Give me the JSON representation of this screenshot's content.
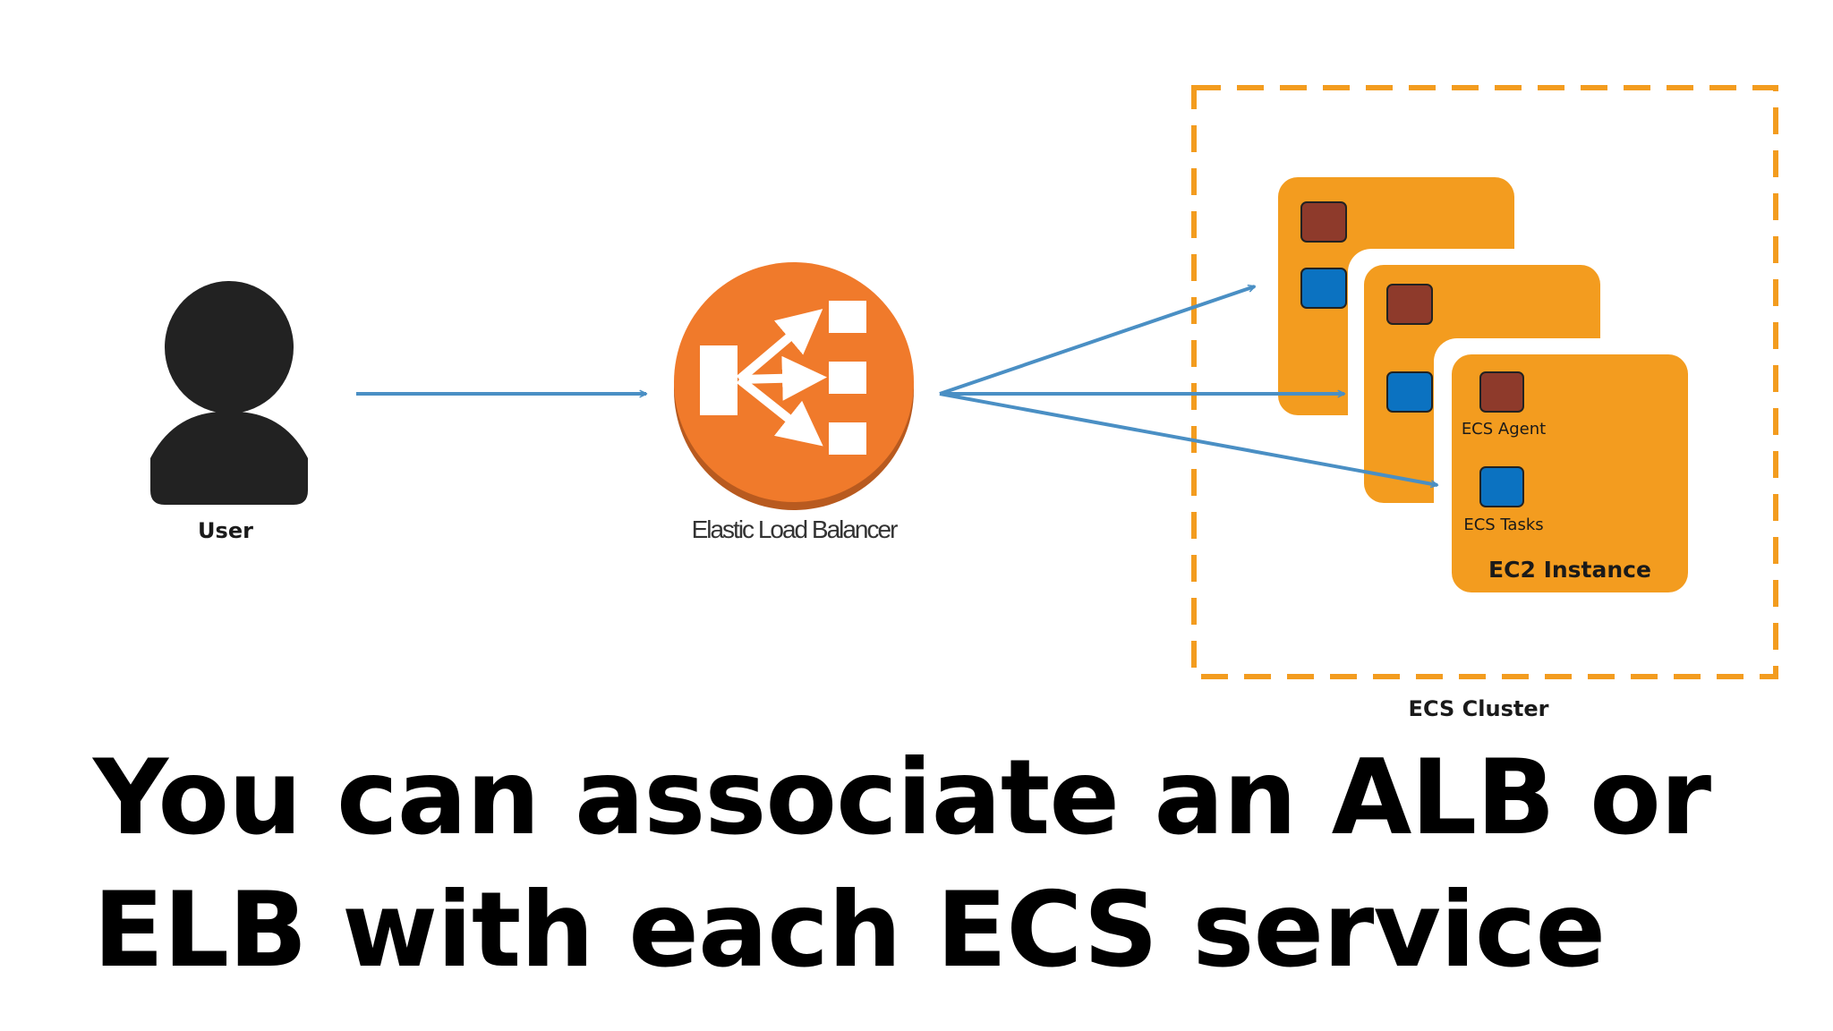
{
  "labels": {
    "user": "User",
    "load_balancer": "Elastic Load Balancer",
    "ecs_agent": "ECS Agent",
    "ecs_tasks": "ECS Tasks",
    "ec2_instance": "EC2 Instance",
    "ecs_cluster": "ECS Cluster"
  },
  "headline": {
    "line1": "You can associate an ALB or",
    "line2": "ELB with each ECS service"
  },
  "colors": {
    "user_icon": "#222222",
    "load_balancer": "#f07a2b",
    "instance": "#f39c1f",
    "cluster_border": "#f39c1f",
    "agent_square": "#8e3a2b",
    "task_square": "#0b72c1",
    "arrow": "#4a8fc4"
  },
  "icons": {
    "user": "person-icon",
    "load_balancer": "load-balancer-icon"
  }
}
